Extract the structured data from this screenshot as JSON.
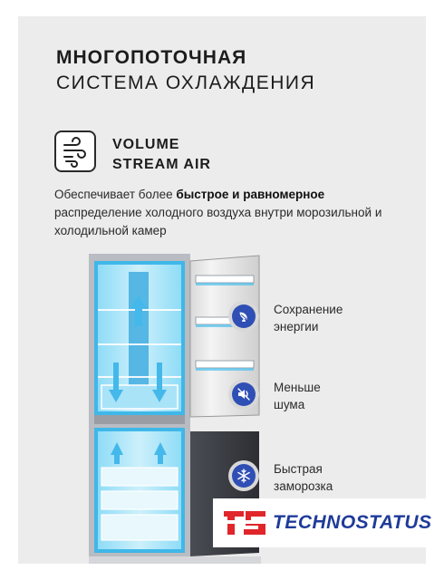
{
  "title": {
    "line1": "МНОГОПОТОЧНАЯ",
    "line2": "СИСТЕМА ОХЛАЖДЕНИЯ"
  },
  "feature": {
    "icon": "airflow-icon",
    "title_line1": "VOLUME",
    "title_line2": "STREAM AIR"
  },
  "description": {
    "before": "Обеспечивает более ",
    "bold": "быстрое и равномерное",
    "after": " распределение холодного воздуха внутри морозильной и холодильной камер"
  },
  "benefits": [
    {
      "icon": "eco-leaf-icon",
      "line1": "Сохранение",
      "line2": "энергии"
    },
    {
      "icon": "mute-speaker-icon",
      "line1": "Меньше",
      "line2": "шума"
    },
    {
      "icon": "snowflake-icon",
      "line1": "Быстрая",
      "line2": "заморозка"
    }
  ],
  "brand": {
    "name": "TECHNOSTATUS",
    "color": "#1e3b9a",
    "accent": "#e0262b"
  },
  "colors": {
    "bubble": "#2f4fb5",
    "background": "#ececec",
    "airflow": "#5cc8ef"
  }
}
